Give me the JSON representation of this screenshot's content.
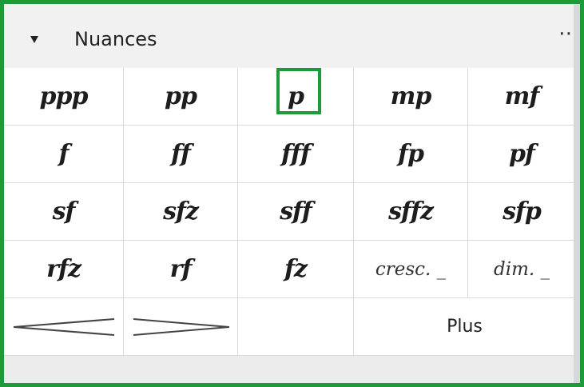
{
  "panel": {
    "title": "Nuances",
    "more_label": "⋯"
  },
  "dynamics": [
    [
      "ppp",
      "pp",
      "p",
      "mp",
      "mf"
    ],
    [
      "f",
      "ff",
      "fff",
      "fp",
      "pf"
    ],
    [
      "sf",
      "sfz",
      "sff",
      "sffz",
      "sfp"
    ],
    [
      "rfz",
      "rf",
      "fz",
      "cresc. _",
      "dim. _"
    ]
  ],
  "last_row": {
    "plus_label": "Plus"
  },
  "selected_item": "p",
  "colors": {
    "highlight": "#1f9a3a"
  }
}
